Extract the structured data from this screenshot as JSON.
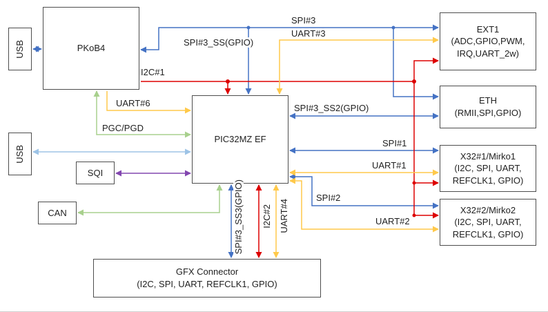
{
  "colors": {
    "blue": "#4472c4",
    "lblue": "#9dc3e6",
    "red": "#dd0000",
    "yellow": "#ffc94a",
    "green": "#a8d08d",
    "purple": "#8246af",
    "text": "#1f1f1f",
    "box_border": "#4d4d4d"
  },
  "boxes": {
    "usb_top": {
      "label": "USB"
    },
    "pkob4": {
      "label": "PKoB4"
    },
    "usb_mid": {
      "label": "USB"
    },
    "sqi": {
      "label": "SQI"
    },
    "can": {
      "label": "CAN"
    },
    "mcu": {
      "label": "PIC32MZ EF"
    },
    "ext1": {
      "label": "EXT1\n(ADC,GPIO,PWM,\nIRQ,UART_2w)"
    },
    "eth": {
      "label": "ETH\n(RMII,SPI,GPIO)"
    },
    "x32_1": {
      "label": "X32#1/Mirko1\n(I2C, SPI, UART,\nREFCLK1, GPIO)"
    },
    "x32_2": {
      "label": "X32#2/Mirko2\n(I2C, SPI, UART,\nREFCLK1, GPIO)"
    },
    "gfx": {
      "label": "GFX Connector\n(I2C, SPI, UART, REFCLK1, GPIO)"
    }
  },
  "wire_labels": {
    "spi3": "SPI#3",
    "uart3": "UART#3",
    "spi3_ss": "SPI#3_SS(GPIO)",
    "i2c1": "I2C#1",
    "uart6": "UART#6",
    "pgc_pgd": "PGC/PGD",
    "spi3_ss2": "SPI#3_SS2(GPIO)",
    "spi1": "SPI#1",
    "uart1": "UART#1",
    "spi2": "SPI#2",
    "uart2": "UART#2",
    "spi3_ss3": "SPI#3_SS3(GPIO)",
    "i2c2": "I2C#2",
    "uart4": "UART#4"
  }
}
